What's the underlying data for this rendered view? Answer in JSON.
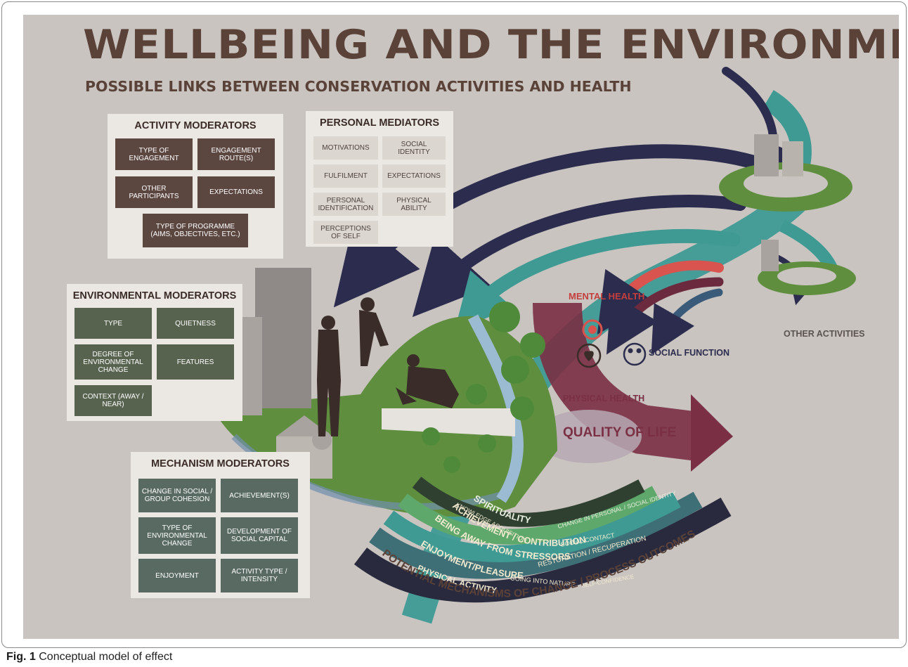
{
  "title": "WELLBEING AND THE ENVIRONMENT:",
  "subtitle": "POSSIBLE LINKS BETWEEN CONSERVATION ACTIVITIES AND HEALTH",
  "activity_moderators": {
    "title": "ACTIVITY MODERATORS",
    "items": [
      "TYPE OF ENGAGEMENT",
      "ENGAGEMENT ROUTE(S)",
      "OTHER PARTICIPANTS",
      "EXPECTATIONS",
      "TYPE OF PROGRAMME (AIMS, OBJECTIVES, ETC.)"
    ]
  },
  "personal_mediators": {
    "title": "PERSONAL MEDIATORS",
    "items": [
      "MOTIVATIONS",
      "SOCIAL IDENTITY",
      "FULFILMENT",
      "EXPECTATIONS",
      "PERSONAL IDENTIFICATION",
      "PHYSICAL ABILITY",
      "PERCEPTIONS OF SELF"
    ]
  },
  "environmental_moderators": {
    "title": "ENVIRONMENTAL MODERATORS",
    "items": [
      "TYPE",
      "QUIETNESS",
      "DEGREE OF ENVIRONMENTAL CHANGE",
      "FEATURES",
      "CONTEXT (AWAY / NEAR)"
    ]
  },
  "mechanism_moderators": {
    "title": "MECHANISM MODERATORS",
    "items": [
      "CHANGE IN SOCIAL / GROUP COHESION",
      "ACHIEVEMENT(S)",
      "TYPE OF ENVIRONMENTAL CHANGE",
      "DEVELOPMENT OF SOCIAL CAPITAL",
      "ENJOYMENT",
      "ACTIVITY TYPE / INTENSITY"
    ]
  },
  "outcomes": {
    "mental_health": "MENTAL HEALTH",
    "physical_health": "PHYSICAL HEALTH",
    "social_function": "SOCIAL FUNCTION",
    "quality_of_life": "QUALITY OF LIFE",
    "other_activities": "OTHER ACTIVITIES"
  },
  "mechanisms": {
    "bands": [
      "SPIRITUALITY",
      "ACHIEVEMENT / CONTRIBUTION",
      "BEING AWAY FROM STRESSORS",
      "ENJOYMENT/PLEASURE",
      "PHYSICAL ACTIVITY"
    ],
    "sub": [
      "CHANGE IN PERSONAL / SOCIAL IDENTITY",
      "KNOWLEDGE ACQUISITION",
      "SOCIAL CONTACT",
      "RESTORATION / RECUPERATION",
      "GOING INTO NATURE",
      "SELF-CONFIDENCE"
    ],
    "arc_label": "POTENTIAL MECHANISMS OF CHANGE / PROCESS OUTCOMES"
  },
  "caption": {
    "label": "Fig. 1",
    "text": "Conceptual model of effect"
  },
  "colors": {
    "brown": "#5b4640",
    "green": "#57624f",
    "teal": "#3f9a94",
    "maroon": "#7a2f44",
    "red": "#d9534f",
    "navy": "#2c2c4e"
  }
}
